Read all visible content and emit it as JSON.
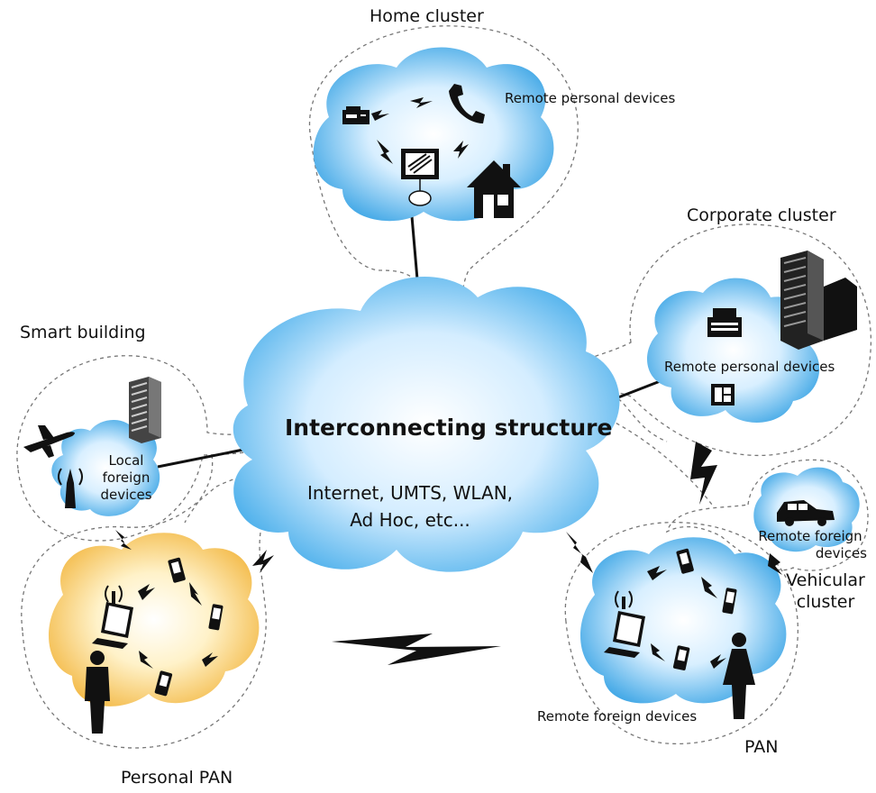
{
  "center": {
    "title": "Interconnecting structure",
    "line1": "Internet, UMTS, WLAN,",
    "line2": "Ad Hoc, etc..."
  },
  "home": {
    "title": "Home cluster",
    "devices_label": "Remote personal devices"
  },
  "corporate": {
    "title": "Corporate cluster",
    "devices_label": "Remote personal devices"
  },
  "smart_building": {
    "title": "Smart building",
    "devices_line1": "Local",
    "devices_line2": "foreign",
    "devices_line3": "devices"
  },
  "personal_pan": {
    "title": "Personal PAN"
  },
  "vehicular": {
    "devices_line1": "Remote foreign",
    "devices_line2": "devices",
    "title_line1": "Vehicular",
    "title_line2": "cluster"
  },
  "pan": {
    "title": "PAN",
    "devices_label": "Remote foreign devices"
  },
  "colors": {
    "cloud_blue_center": "#ffffff",
    "cloud_blue_edge": "#2f9fe3",
    "cloud_yellow_center": "#ffffff",
    "cloud_yellow_edge": "#f2b43a",
    "dashed_line": "#777777",
    "link_line": "#111111"
  },
  "icons": [
    "airplane-icon",
    "antenna-icon",
    "building-icon",
    "skyscraper-icon",
    "fax-icon",
    "phone-icon",
    "monitor-icon",
    "house-icon",
    "printer-icon",
    "laptop-icon",
    "pda-icon",
    "person-icon",
    "woman-icon",
    "car-icon",
    "lightning-icon"
  ]
}
